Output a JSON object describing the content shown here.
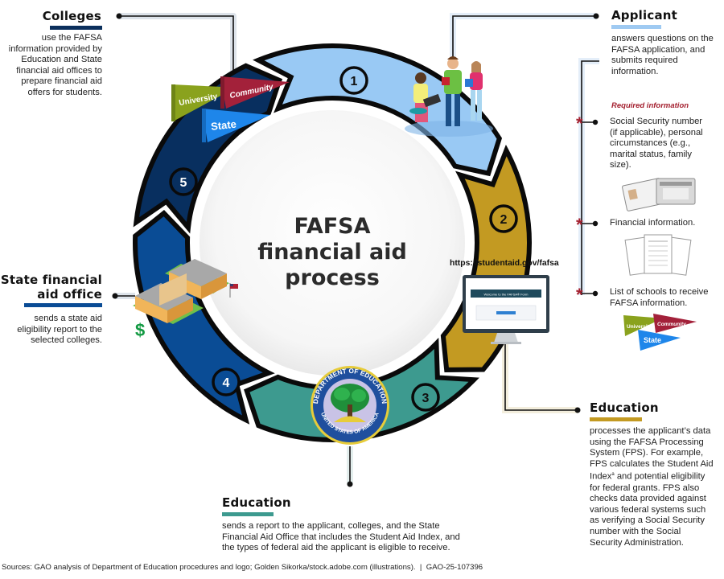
{
  "title": {
    "line1": "FAFSA",
    "line2": "financial aid",
    "line3": "process"
  },
  "colors": {
    "step1": "#99c9f4",
    "step2": "#c39a22",
    "step3": "#3d9a8f",
    "step4": "#0a4c95",
    "step5": "#082f5f",
    "required_asterisk": "#a4202f",
    "bar_colleges": "#0b2f5c",
    "bar_applicant": "#9fcaf2",
    "bar_state": "#0a4c95",
    "bar_education_process": "#c39a22",
    "bar_education_report": "#3d9a8f"
  },
  "steps": [
    {
      "number": "1"
    },
    {
      "number": "2"
    },
    {
      "number": "3"
    },
    {
      "number": "4"
    },
    {
      "number": "5"
    }
  ],
  "sections": {
    "colleges": {
      "heading": "Colleges",
      "lines": [
        "use the FAFSA",
        "information provided by",
        "Education and State",
        "financial aid offices to",
        "prepare financial aid",
        "offers for students."
      ]
    },
    "applicant": {
      "heading": "Applicant",
      "lines": [
        "answers questions on the",
        "FAFSA application, and",
        "submits required",
        "information."
      ]
    },
    "required": {
      "label": "Required information",
      "items": [
        {
          "lines": [
            "Social Security number",
            "(if applicable), personal",
            "circumstances (e.g.,",
            "marital status, family",
            "size)."
          ]
        },
        {
          "lines": [
            "Financial information."
          ]
        },
        {
          "lines": [
            "List of schools to receive",
            "FAFSA information."
          ]
        }
      ]
    },
    "state_office": {
      "heading_line1": "State financial",
      "heading_line2": "aid office",
      "lines": [
        "sends a state aid",
        "eligibility report to the",
        "selected colleges."
      ]
    },
    "education_process": {
      "heading": "Education",
      "lines": [
        "processes the applicant’s data",
        "using the FAFSA Processing",
        "System (FPS). For example,",
        "FPS calculates the Student Aid",
        "Index",
        "and potential eligibility",
        "for federal grants. FPS also",
        "checks data provided against",
        "various federal systems such",
        "as verifying a Social Security",
        "number with the Social",
        "Security Administration."
      ],
      "footnote_mark": "a"
    },
    "education_report": {
      "heading": "Education",
      "lines": [
        "sends a report to the applicant, colleges, and the State",
        "Financial Aid Office that includes the Student Aid Index, and",
        "the types of federal aid the applicant is eligible to receive."
      ]
    }
  },
  "website": {
    "url": "https://studentaid.gov/fafsa",
    "screen_banner": "Welcome to the FAFSA® Form"
  },
  "pennants": {
    "university": "University",
    "community": "Community",
    "state": "State"
  },
  "seal": {
    "top_text": "DEPARTMENT OF EDUCATION",
    "bottom_text": "UNITED STATES OF AMERICA"
  },
  "source": "Sources: GAO analysis of Department of Education procedures and logo; Golden Sikorka/stock.adobe.com (illustrations).  |  GAO-25-107396"
}
